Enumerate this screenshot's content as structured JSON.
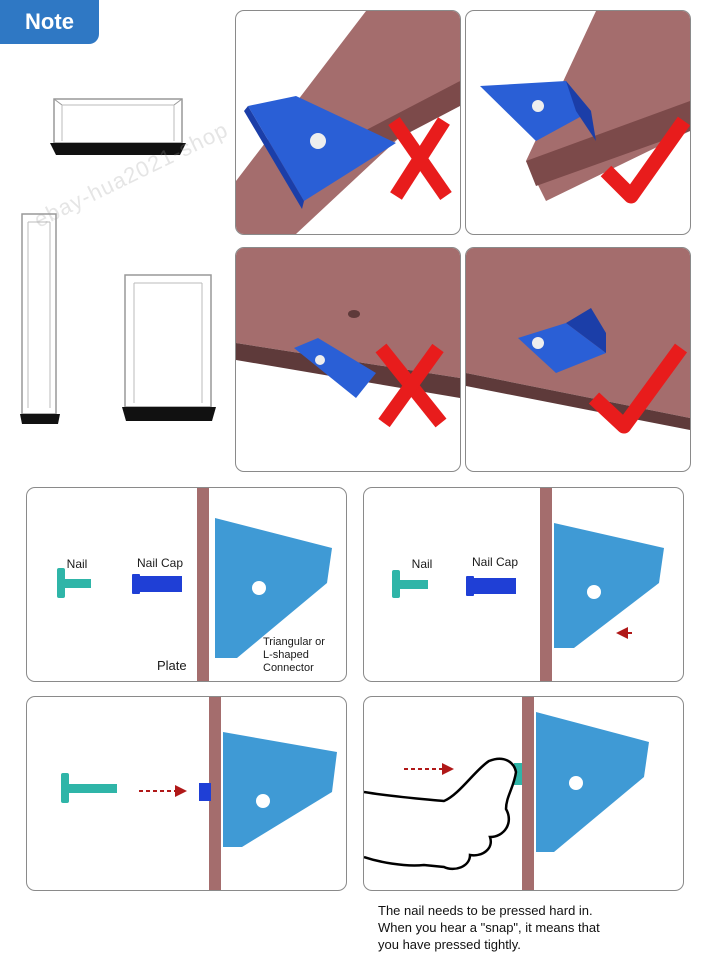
{
  "note_label": "Note",
  "watermark_text": "ebay-hua2021-shop",
  "labels": {
    "nail": "Nail",
    "nail_cap": "Nail Cap",
    "plate": "Plate",
    "connector_line1": "Triangular or",
    "connector_line2": "L-shaped",
    "connector_line3": "Connector"
  },
  "caption": {
    "line1": "The nail needs to be pressed hard in.",
    "line2": "When you hear a \"snap\", it means that",
    "line3": "you have pressed tightly."
  },
  "colors": {
    "badge": "#2f78c4",
    "plate": "#a46d6d",
    "connector": "#2a5fd6",
    "connector_translucent": "#2a8fd0",
    "nail": "#2fb5a8",
    "nail_cap": "#1f3fd6",
    "wrong": "#e81c1c",
    "correct": "#e81c1c",
    "arrow": "#b01818"
  }
}
